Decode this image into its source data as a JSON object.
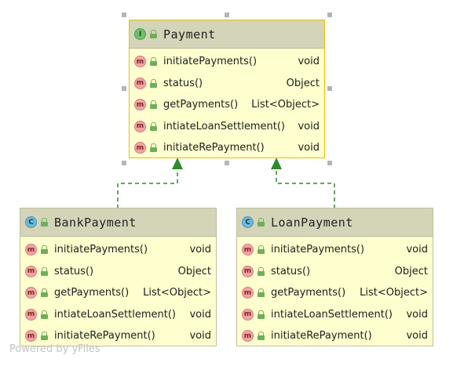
{
  "diagram": {
    "classes": [
      {
        "id": "payment",
        "name": "Payment",
        "kind": "interface",
        "kind_badge": "I",
        "methods": [
          {
            "name": "initiatePayments()",
            "type": "void"
          },
          {
            "name": "status()",
            "type": "Object"
          },
          {
            "name": "getPayments()",
            "type": "List<Object>"
          },
          {
            "name": "intiateLoanSettlement()",
            "type": "void"
          },
          {
            "name": "initiateRePayment()",
            "type": "void"
          }
        ]
      },
      {
        "id": "bankpayment",
        "name": "BankPayment",
        "kind": "class",
        "kind_badge": "C",
        "methods": [
          {
            "name": "initiatePayments()",
            "type": "void"
          },
          {
            "name": "status()",
            "type": "Object"
          },
          {
            "name": "getPayments()",
            "type": "List<Object>"
          },
          {
            "name": "intiateLoanSettlement()",
            "type": "void"
          },
          {
            "name": "initiateRePayment()",
            "type": "void"
          }
        ]
      },
      {
        "id": "loanpayment",
        "name": "LoanPayment",
        "kind": "class",
        "kind_badge": "C",
        "methods": [
          {
            "name": "initiatePayments()",
            "type": "void"
          },
          {
            "name": "status()",
            "type": "Object"
          },
          {
            "name": "getPayments()",
            "type": "List<Object>"
          },
          {
            "name": "intiateLoanSettlement()",
            "type": "void"
          },
          {
            "name": "initiateRePayment()",
            "type": "void"
          }
        ]
      }
    ],
    "relations": [
      {
        "from": "BankPayment",
        "to": "Payment",
        "type": "realization"
      },
      {
        "from": "LoanPayment",
        "to": "Payment",
        "type": "realization"
      }
    ],
    "method_badge": "m",
    "colors": {
      "class_fill": "#fefece",
      "header_fill": "#d4d4b8",
      "selected_border": "#e6c200",
      "edge": "#2e8b2e"
    }
  },
  "watermark": "Powered by yFiles"
}
